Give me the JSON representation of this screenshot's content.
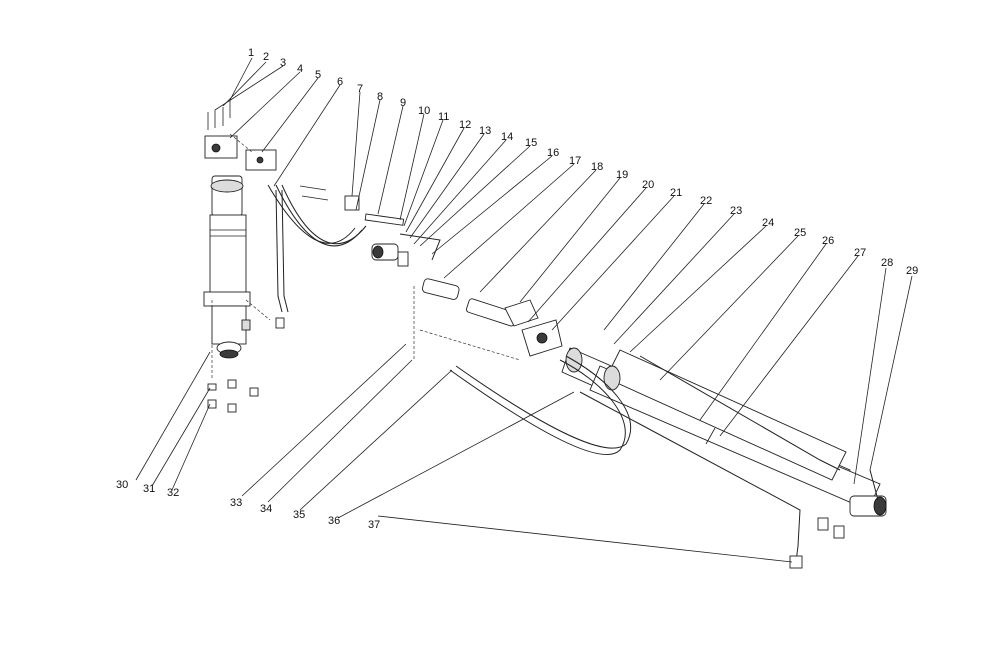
{
  "labels": [
    "1",
    "2",
    "3",
    "4",
    "5",
    "6",
    "7",
    "8",
    "9",
    "10",
    "11",
    "12",
    "13",
    "14",
    "15",
    "16",
    "17",
    "18",
    "19",
    "20",
    "21",
    "22",
    "23",
    "24",
    "25",
    "26",
    "27",
    "28",
    "29",
    "30",
    "31",
    "32",
    "33",
    "34",
    "35",
    "36",
    "37"
  ]
}
